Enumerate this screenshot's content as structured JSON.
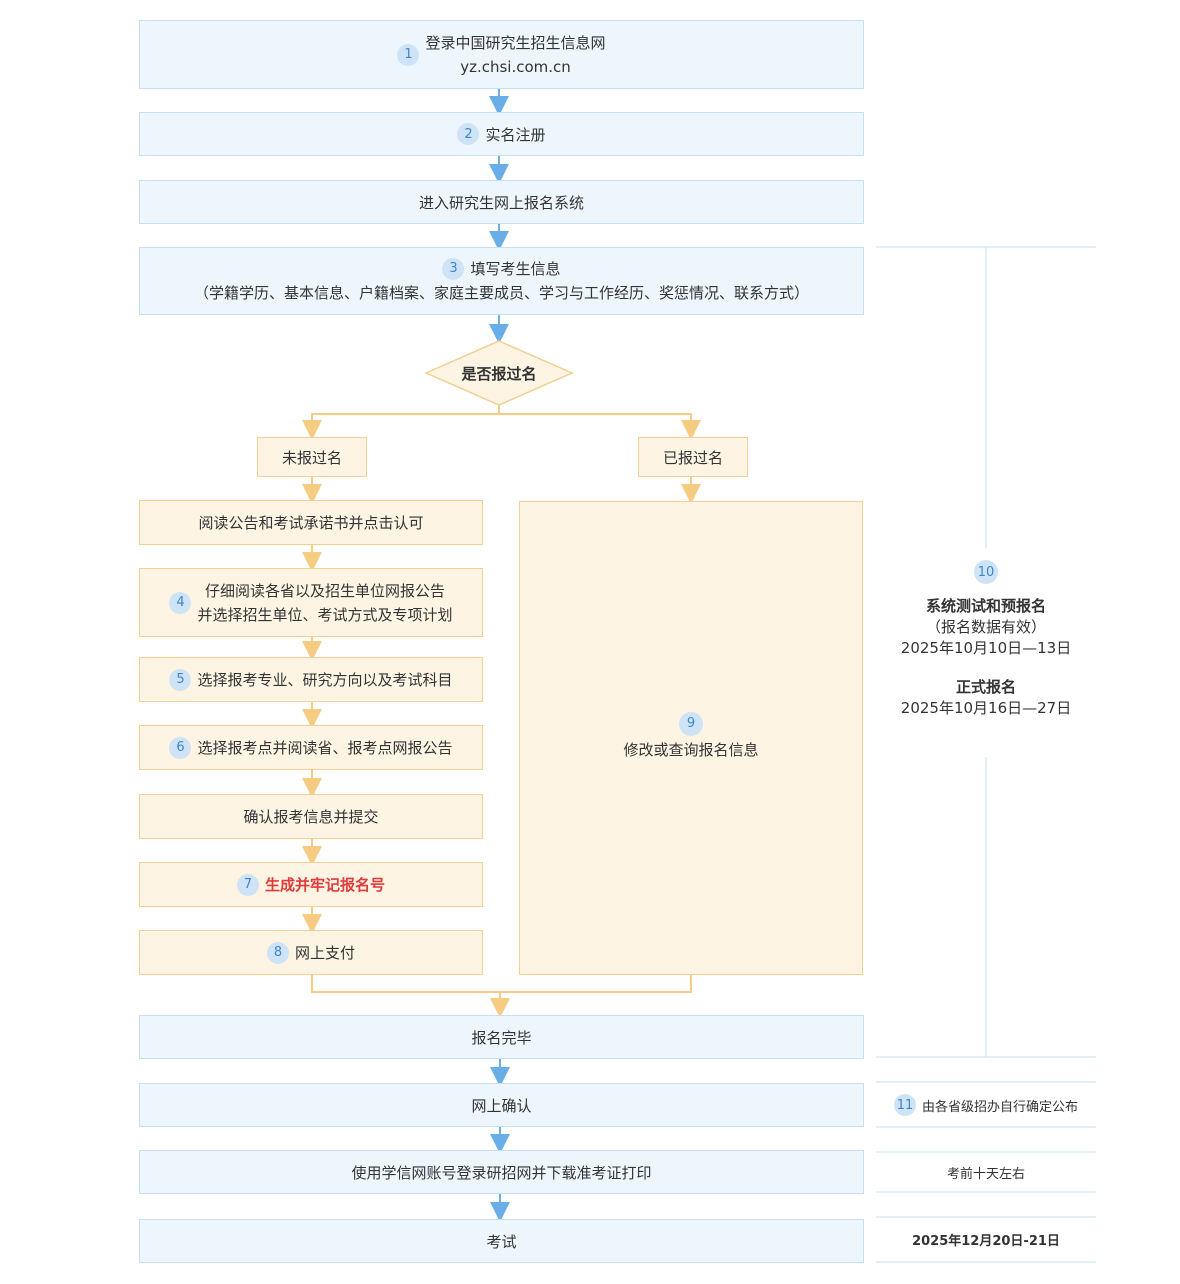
{
  "steps": {
    "s1": {
      "num": "1",
      "line1": "登录中国研究生招生信息网",
      "line2": "yz.chsi.com.cn"
    },
    "s2": {
      "num": "2",
      "label": "实名注册"
    },
    "s_enter": {
      "label": "进入研究生网上报名系统"
    },
    "s3": {
      "num": "3",
      "line1": "填写考生信息",
      "line2": "（学籍学历、基本信息、户籍档案、家庭主要成员、学习与工作经历、奖惩情况、联系方式）"
    },
    "decision": {
      "label": "是否报过名"
    },
    "branch_no": {
      "label": "未报过名"
    },
    "branch_yes": {
      "label": "已报过名"
    },
    "read": {
      "label": "阅读公告和考试承诺书并点击认可"
    },
    "s4": {
      "num": "4",
      "line1": "仔细阅读各省以及招生单位网报公告",
      "line2": "并选择招生单位、考试方式及专项计划"
    },
    "s5": {
      "num": "5",
      "label": "选择报考专业、研究方向以及考试科目"
    },
    "s6": {
      "num": "6",
      "label": "选择报考点并阅读省、报考点网报公告"
    },
    "confirm": {
      "label": "确认报考信息并提交"
    },
    "s7": {
      "num": "7",
      "label": "生成并牢记报名号"
    },
    "s8": {
      "num": "8",
      "label": "网上支付"
    },
    "s9": {
      "num": "9",
      "label": "修改或查询报名信息"
    },
    "done": {
      "label": "报名完毕"
    },
    "online_confirm": {
      "label": "网上确认"
    },
    "print": {
      "label": "使用学信网账号登录研招网并下载准考证打印"
    },
    "exam": {
      "label": "考试"
    }
  },
  "side": {
    "s10": {
      "num": "10",
      "title1": "系统测试和预报名",
      "sub1": "（报名数据有效）",
      "date1": "2025年10月10日—13日",
      "title2": "正式报名",
      "date2": "2025年10月16日—27日"
    },
    "s11": {
      "num": "11",
      "label": "由各省级招办自行确定公布"
    },
    "print_time": {
      "label": "考前十天左右"
    },
    "exam_date": {
      "label": "2025年12月20日-21日"
    }
  },
  "colors": {
    "blue_fill": "#eef6fd",
    "blue_border": "#c5dff3",
    "blue_arrow": "#6aaee8",
    "orange_fill": "#fdf4e4",
    "orange_border": "#f2cf93",
    "highlight_red": "#e03b3b"
  }
}
